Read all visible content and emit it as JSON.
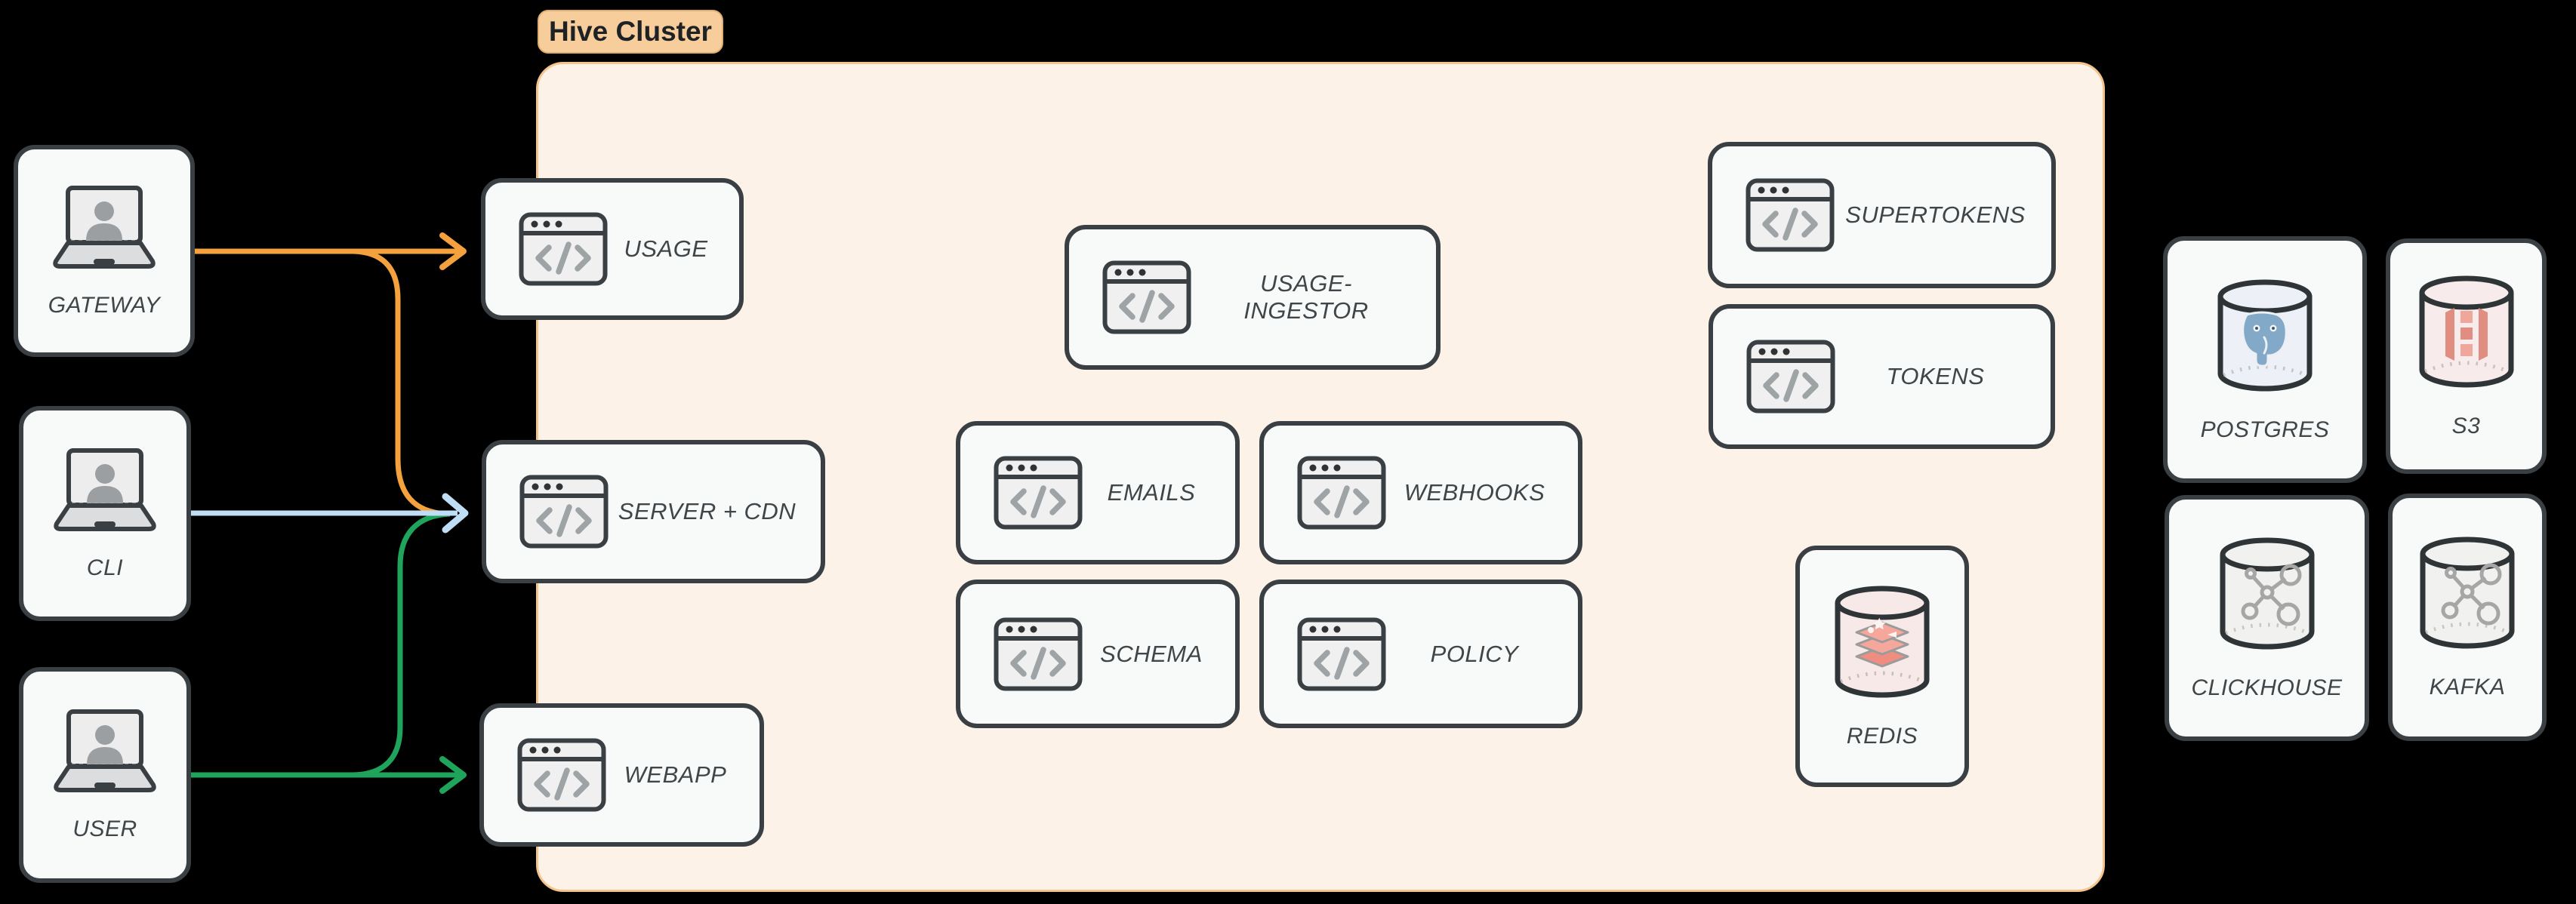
{
  "title_pill": {
    "label": "Hive Cluster",
    "bg": "#F7CD9B",
    "text_color": "#1E2225"
  },
  "cluster": {
    "fill": "#FDF2E8",
    "border": "#F5C38E"
  },
  "actors": {
    "gateway": {
      "label": "GATEWAY",
      "icon": "laptop-user-icon"
    },
    "cli": {
      "label": "CLI",
      "icon": "laptop-user-icon"
    },
    "user": {
      "label": "USER",
      "icon": "laptop-user-icon"
    }
  },
  "services": {
    "usage": {
      "label": "USAGE",
      "icon": "code-window-icon"
    },
    "server_cdn": {
      "label": "SERVER + CDN",
      "icon": "code-window-icon"
    },
    "webapp": {
      "label": "WEBAPP",
      "icon": "code-window-icon"
    },
    "usage_ingestor": {
      "label": "USAGE-INGESTOR",
      "icon": "code-window-icon"
    },
    "emails": {
      "label": "EMAILS",
      "icon": "code-window-icon"
    },
    "webhooks": {
      "label": "WEBHOOKS",
      "icon": "code-window-icon"
    },
    "schema": {
      "label": "SCHEMA",
      "icon": "code-window-icon"
    },
    "policy": {
      "label": "POLICY",
      "icon": "code-window-icon"
    },
    "supertokens": {
      "label": "SUPERTOKENS",
      "icon": "code-window-icon"
    },
    "tokens": {
      "label": "TOKENS",
      "icon": "code-window-icon"
    }
  },
  "datastores": {
    "redis": {
      "label": "REDIS",
      "icon": "database-cylinder-redis-icon"
    },
    "postgres": {
      "label": "POSTGRES",
      "icon": "database-cylinder-postgres-icon"
    },
    "s3": {
      "label": "S3",
      "icon": "database-cylinder-s3-icon"
    },
    "clickhouse": {
      "label": "CLICKHOUSE",
      "icon": "database-cylinder-molecule-icon"
    },
    "kafka": {
      "label": "KAFKA",
      "icon": "database-cylinder-molecule-icon"
    }
  },
  "arrows": {
    "colors": {
      "gateway": "#F5A13D",
      "cli": "#BFDDF5",
      "user": "#1FA45C"
    },
    "edges": [
      {
        "from": "GATEWAY",
        "to": "USAGE",
        "color": "#F5A13D"
      },
      {
        "from": "GATEWAY",
        "to": "SERVER + CDN",
        "color": "#F5A13D"
      },
      {
        "from": "CLI",
        "to": "SERVER + CDN",
        "color": "#BFDDF5"
      },
      {
        "from": "USER",
        "to": "WEBAPP",
        "color": "#1FA45C"
      },
      {
        "from": "USER",
        "to": "SERVER + CDN",
        "color": "#1FA45C"
      }
    ]
  }
}
